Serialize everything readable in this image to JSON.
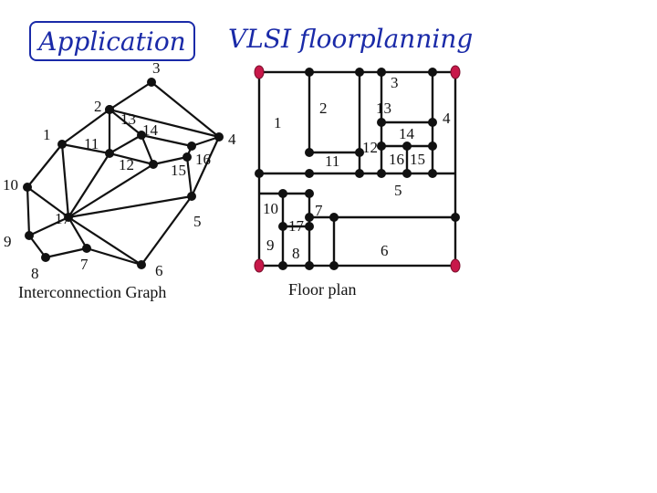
{
  "header": {
    "app_label": "Application",
    "title": "VLSI floorplanning"
  },
  "graph": {
    "caption": "Interconnection Graph",
    "node_labels": [
      "1",
      "2",
      "3",
      "4",
      "5",
      "6",
      "7",
      "8",
      "9",
      "10",
      "11",
      "12",
      "13",
      "14",
      "15",
      "16",
      "17"
    ]
  },
  "floorplan": {
    "caption": "Floor plan",
    "region_labels": [
      "1",
      "2",
      "3",
      "4",
      "5",
      "6",
      "7",
      "8",
      "9",
      "10",
      "11",
      "12",
      "13",
      "14",
      "15",
      "16",
      "17"
    ]
  },
  "colors": {
    "title": "#1a2aa8",
    "corner_pin": "#c8184a",
    "node": "#111111"
  }
}
